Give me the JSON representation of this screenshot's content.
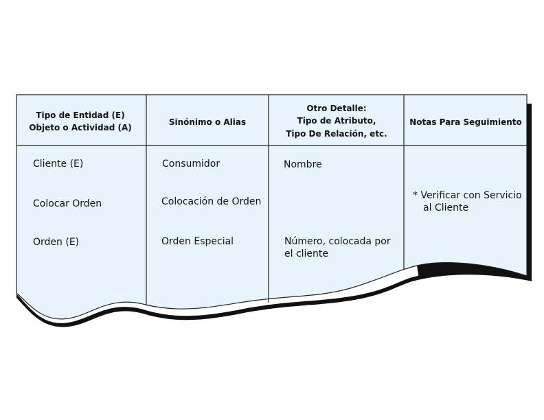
{
  "colors": {
    "fill": "#e8f4fc",
    "border": "#222222",
    "shadow": "#111111"
  },
  "headers": {
    "col1": {
      "line1": "Tipo de Entidad (E)",
      "line2": "Objeto o Actividad (A)"
    },
    "col2": {
      "line1": "Sinónimo o Alias"
    },
    "col3": {
      "line1": "Otro Detalle:",
      "line2": "Tipo de Atributo,",
      "line3": "Tipo De Relación, etc."
    },
    "col4": {
      "line1": "Notas Para Seguimiento"
    }
  },
  "col1": {
    "r1": "Cliente (E)",
    "r2": "Colocar Orden",
    "r3": "Orden (E)"
  },
  "col2": {
    "r1": "Consumidor",
    "r2": "Colocación de Orden",
    "r3": "Orden Especial"
  },
  "col3": {
    "r1": "Nombre",
    "r3a": "Número, colocada por",
    "r3b": "el cliente"
  },
  "col4": {
    "r2a": "* Verificar con Servicio",
    "r2b": "al Cliente"
  }
}
